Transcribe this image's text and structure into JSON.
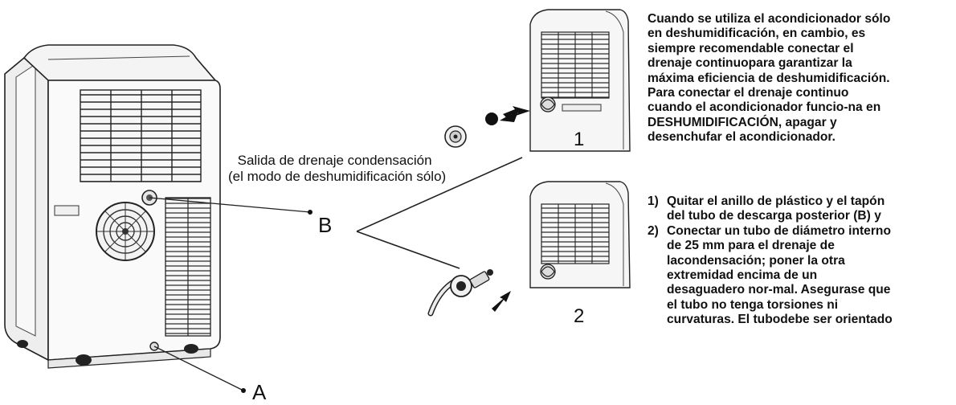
{
  "callouts": {
    "drain_outlet_line1": "Salida de drenaje condensación",
    "drain_outlet_line2": "(el modo de deshumidificación sólo)",
    "label_b": "B",
    "label_a": "A",
    "step_1": "1",
    "step_2": "2"
  },
  "text": {
    "intro_lines": [
      "Cuando se utiliza el acondicionador sólo",
      "en deshumidificación, en cambio, es",
      "siempre recomendable conectar el",
      "drenaje continuopara garantizar la",
      "máxima eficiencia de deshumidificación.",
      "Para conectar el drenaje continuo",
      "cuando el acondicionador funcio-na en",
      "DESHUMIDIFICACIÓN, apagar y",
      "desenchufar el acondicionador."
    ],
    "steps": [
      {
        "marker": "1)",
        "lines": [
          "Quitar el anillo de plástico y el tapón",
          "del tubo de descarga posterior (B) y"
        ]
      },
      {
        "marker": "2)",
        "lines": [
          "Conectar un tubo de diámetro interno",
          "de 25 mm para el drenaje de",
          "lacondensación; poner la otra",
          "extremidad encima de un",
          "desaguadero nor-mal. Asegurase que",
          "el tubo no tenga torsiones ni",
          "curvaturas. El tubodebe ser orientado"
        ]
      }
    ]
  },
  "colors": {
    "ink": "#111111",
    "line": "#222222",
    "panel": "#f2f2f2",
    "shade": "#d9d9d9",
    "background": "#ffffff"
  },
  "icons": [
    "air-conditioner-unit",
    "fan-grille",
    "drain-outlet",
    "plug-cap",
    "drain-hose",
    "arrow"
  ]
}
